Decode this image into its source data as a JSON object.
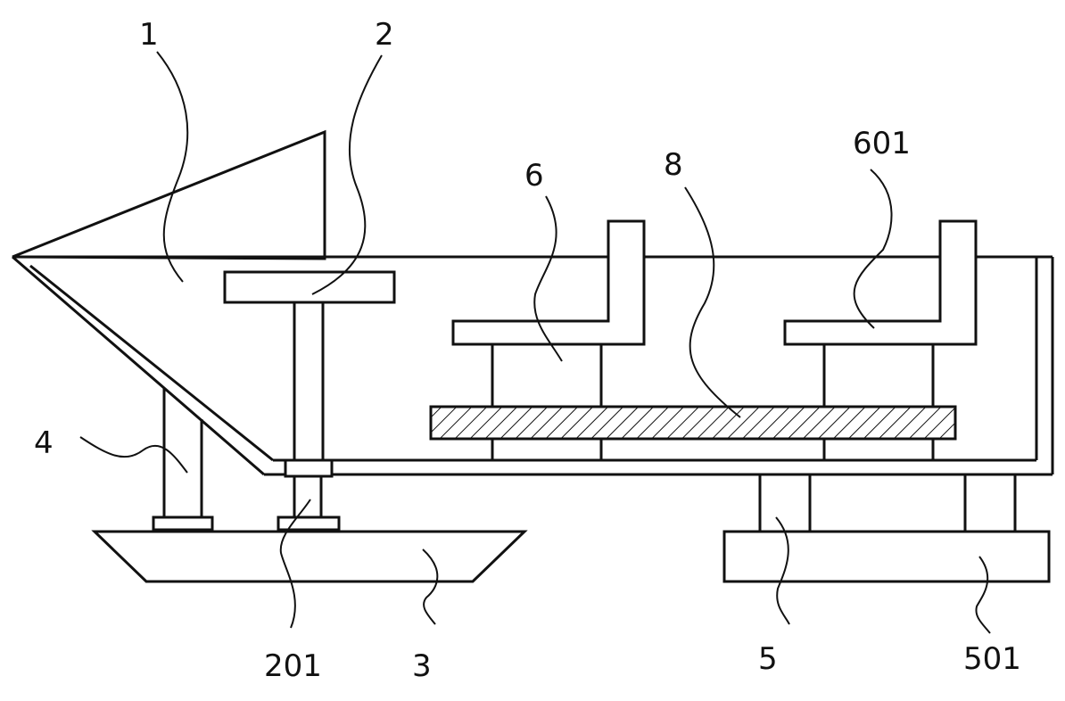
{
  "labels": {
    "l1": "1",
    "l2": "2",
    "l4": "4",
    "l6": "6",
    "l8": "8",
    "l601": "601",
    "l201": "201",
    "l3": "3",
    "l5": "5",
    "l501": "501"
  },
  "colors": {
    "line": "#111111",
    "background": "#ffffff"
  }
}
